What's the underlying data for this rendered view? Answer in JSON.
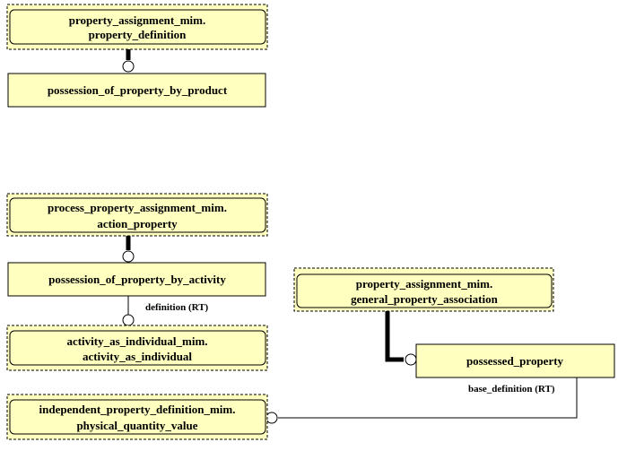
{
  "colors": {
    "box_fill": "#ffffc0",
    "stroke": "#000000",
    "background": "#ffffff"
  },
  "entities": {
    "property_definition": [
      "property_assignment_mim.",
      "property_definition"
    ],
    "possession_of_property_by_product": [
      "possession_of_property_by_product"
    ],
    "action_property": [
      "process_property_assignment_mim.",
      "action_property"
    ],
    "possession_of_property_by_activity": [
      "possession_of_property_by_activity"
    ],
    "activity_as_individual": [
      "activity_as_individual_mim.",
      "activity_as_individual"
    ],
    "physical_quantity_value": [
      "independent_property_definition_mim.",
      "physical_quantity_value"
    ],
    "general_property_association": [
      "property_assignment_mim.",
      "general_property_association"
    ],
    "possessed_property": [
      "possessed_property"
    ]
  },
  "relation_labels": {
    "definition": "definition (RT)",
    "base_definition": "base_definition (RT)"
  }
}
